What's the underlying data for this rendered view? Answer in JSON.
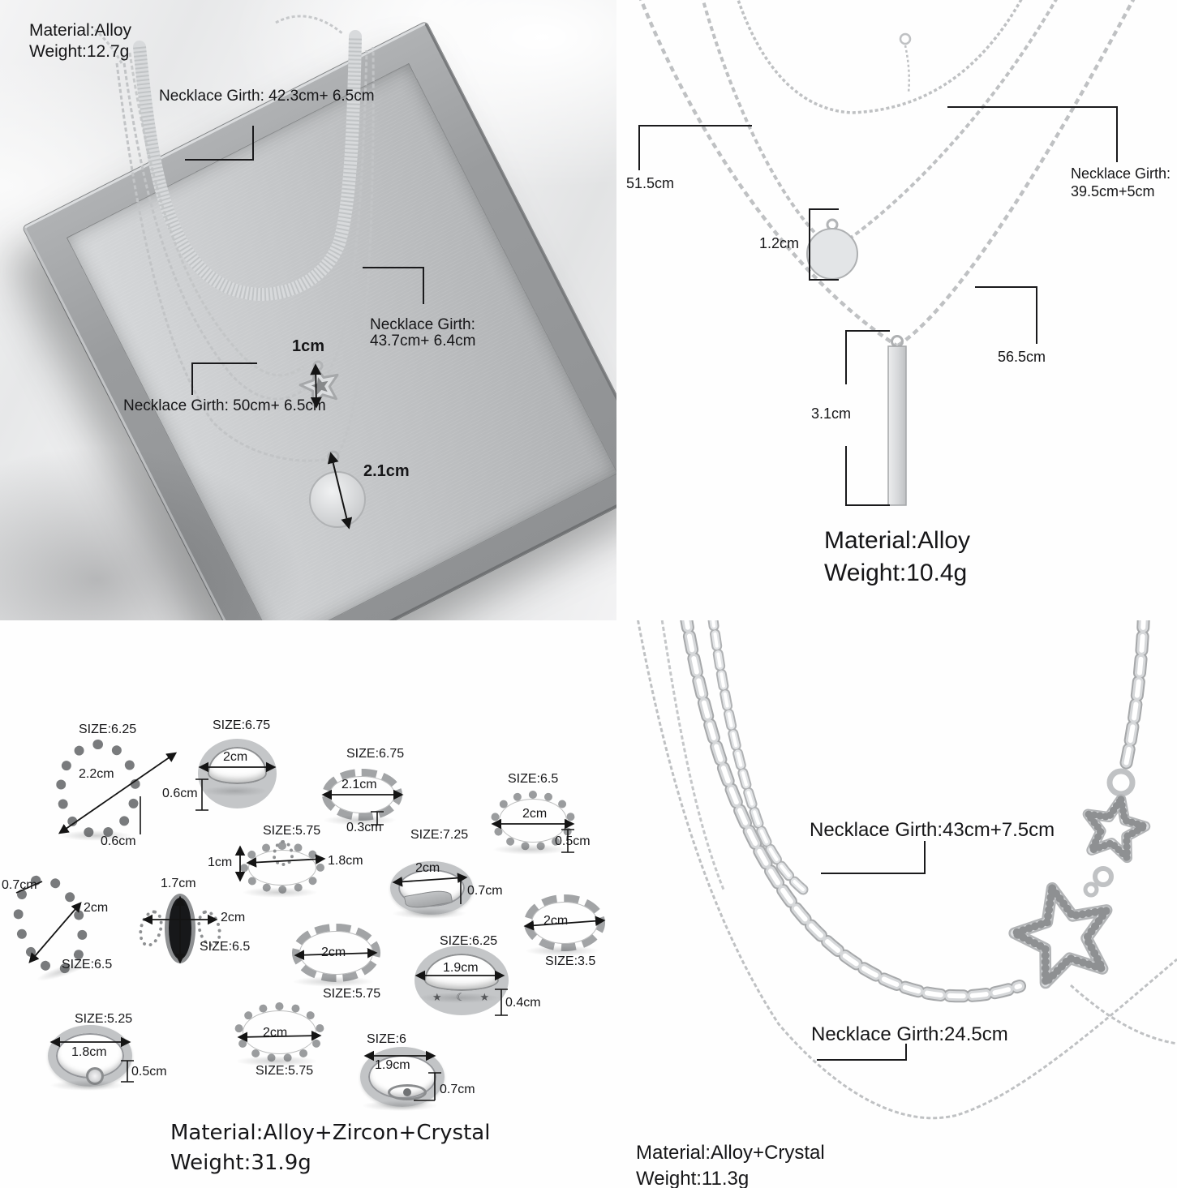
{
  "quadrants": {
    "necklace_box": {
      "material": "Material:Alloy",
      "weight": "Weight:12.7g",
      "girth_herringbone": "Necklace Girth: 42.3cm+ 6.5cm",
      "girth_star_line1": "Necklace Girth:",
      "girth_star_line2": "43.7cm+ 6.4cm",
      "girth_disc": "Necklace Girth: 50cm+ 6.5cm",
      "star_size": "1cm",
      "disc_size": "2.1cm"
    },
    "necklace_bar": {
      "length_mid": "51.5cm",
      "girth_line1": "Necklace Girth:",
      "girth_line2": "39.5cm+5cm",
      "disc_size": "1.2cm",
      "length_outer": "56.5cm",
      "bar_size": "3.1cm",
      "material": "Material:Alloy",
      "weight": "Weight:10.4g"
    },
    "ring_set": {
      "rings": [
        {
          "name": "wreath",
          "size": "SIZE:6.25",
          "d1": "2.2cm",
          "d2": "0.6cm"
        },
        {
          "name": "carved-band",
          "size": "SIZE:6.75",
          "d1": "2cm",
          "d2": "0.6cm"
        },
        {
          "name": "braided",
          "size": "SIZE:6.75",
          "d1": "2.1cm",
          "d2": "0.3cm"
        },
        {
          "name": "flower-crown",
          "size": "SIZE:6.5",
          "d1": "2cm",
          "d2": "0.5cm"
        },
        {
          "name": "tiara",
          "size": "SIZE:5.75",
          "d1": "1cm",
          "d2": "1.8cm"
        },
        {
          "name": "leaf",
          "size": "SIZE:7.25",
          "d1": "2cm",
          "d2": "0.7cm"
        },
        {
          "name": "dragon",
          "size": "SIZE:6.5",
          "d1": "0.7cm",
          "d2": "2cm"
        },
        {
          "name": "black-stone",
          "size": "SIZE:6.5",
          "d1": "1.7cm",
          "d2": "2cm"
        },
        {
          "name": "rope",
          "size": "SIZE:5.75",
          "d1": "2cm"
        },
        {
          "name": "twist",
          "size": "SIZE:3.5",
          "d1": "2cm"
        },
        {
          "name": "moon-star-band",
          "size": "SIZE:6.25",
          "d1": "1.9cm",
          "d2": "0.4cm",
          "glyphs": "★ ☾ ★"
        },
        {
          "name": "solitaire",
          "size": "SIZE:5.25",
          "d1": "1.8cm",
          "d2": "0.5cm"
        },
        {
          "name": "beaded",
          "size": "SIZE:5.75",
          "d1": "2cm"
        },
        {
          "name": "eye",
          "size": "SIZE:6",
          "d1": "1.9cm",
          "d2": "0.7cm"
        }
      ],
      "material": "Material:Alloy+Zircon+Crystal",
      "weight": "Weight:31.9g"
    },
    "necklace_chain": {
      "girth_long": "Necklace Girth:43cm+7.5cm",
      "girth_short": "Necklace Girth:24.5cm",
      "material": "Material:Alloy+Crystal",
      "weight": "Weight:11.3g"
    },
    "colors": {
      "text": "#161618",
      "metal": "#c6c8ca"
    }
  }
}
